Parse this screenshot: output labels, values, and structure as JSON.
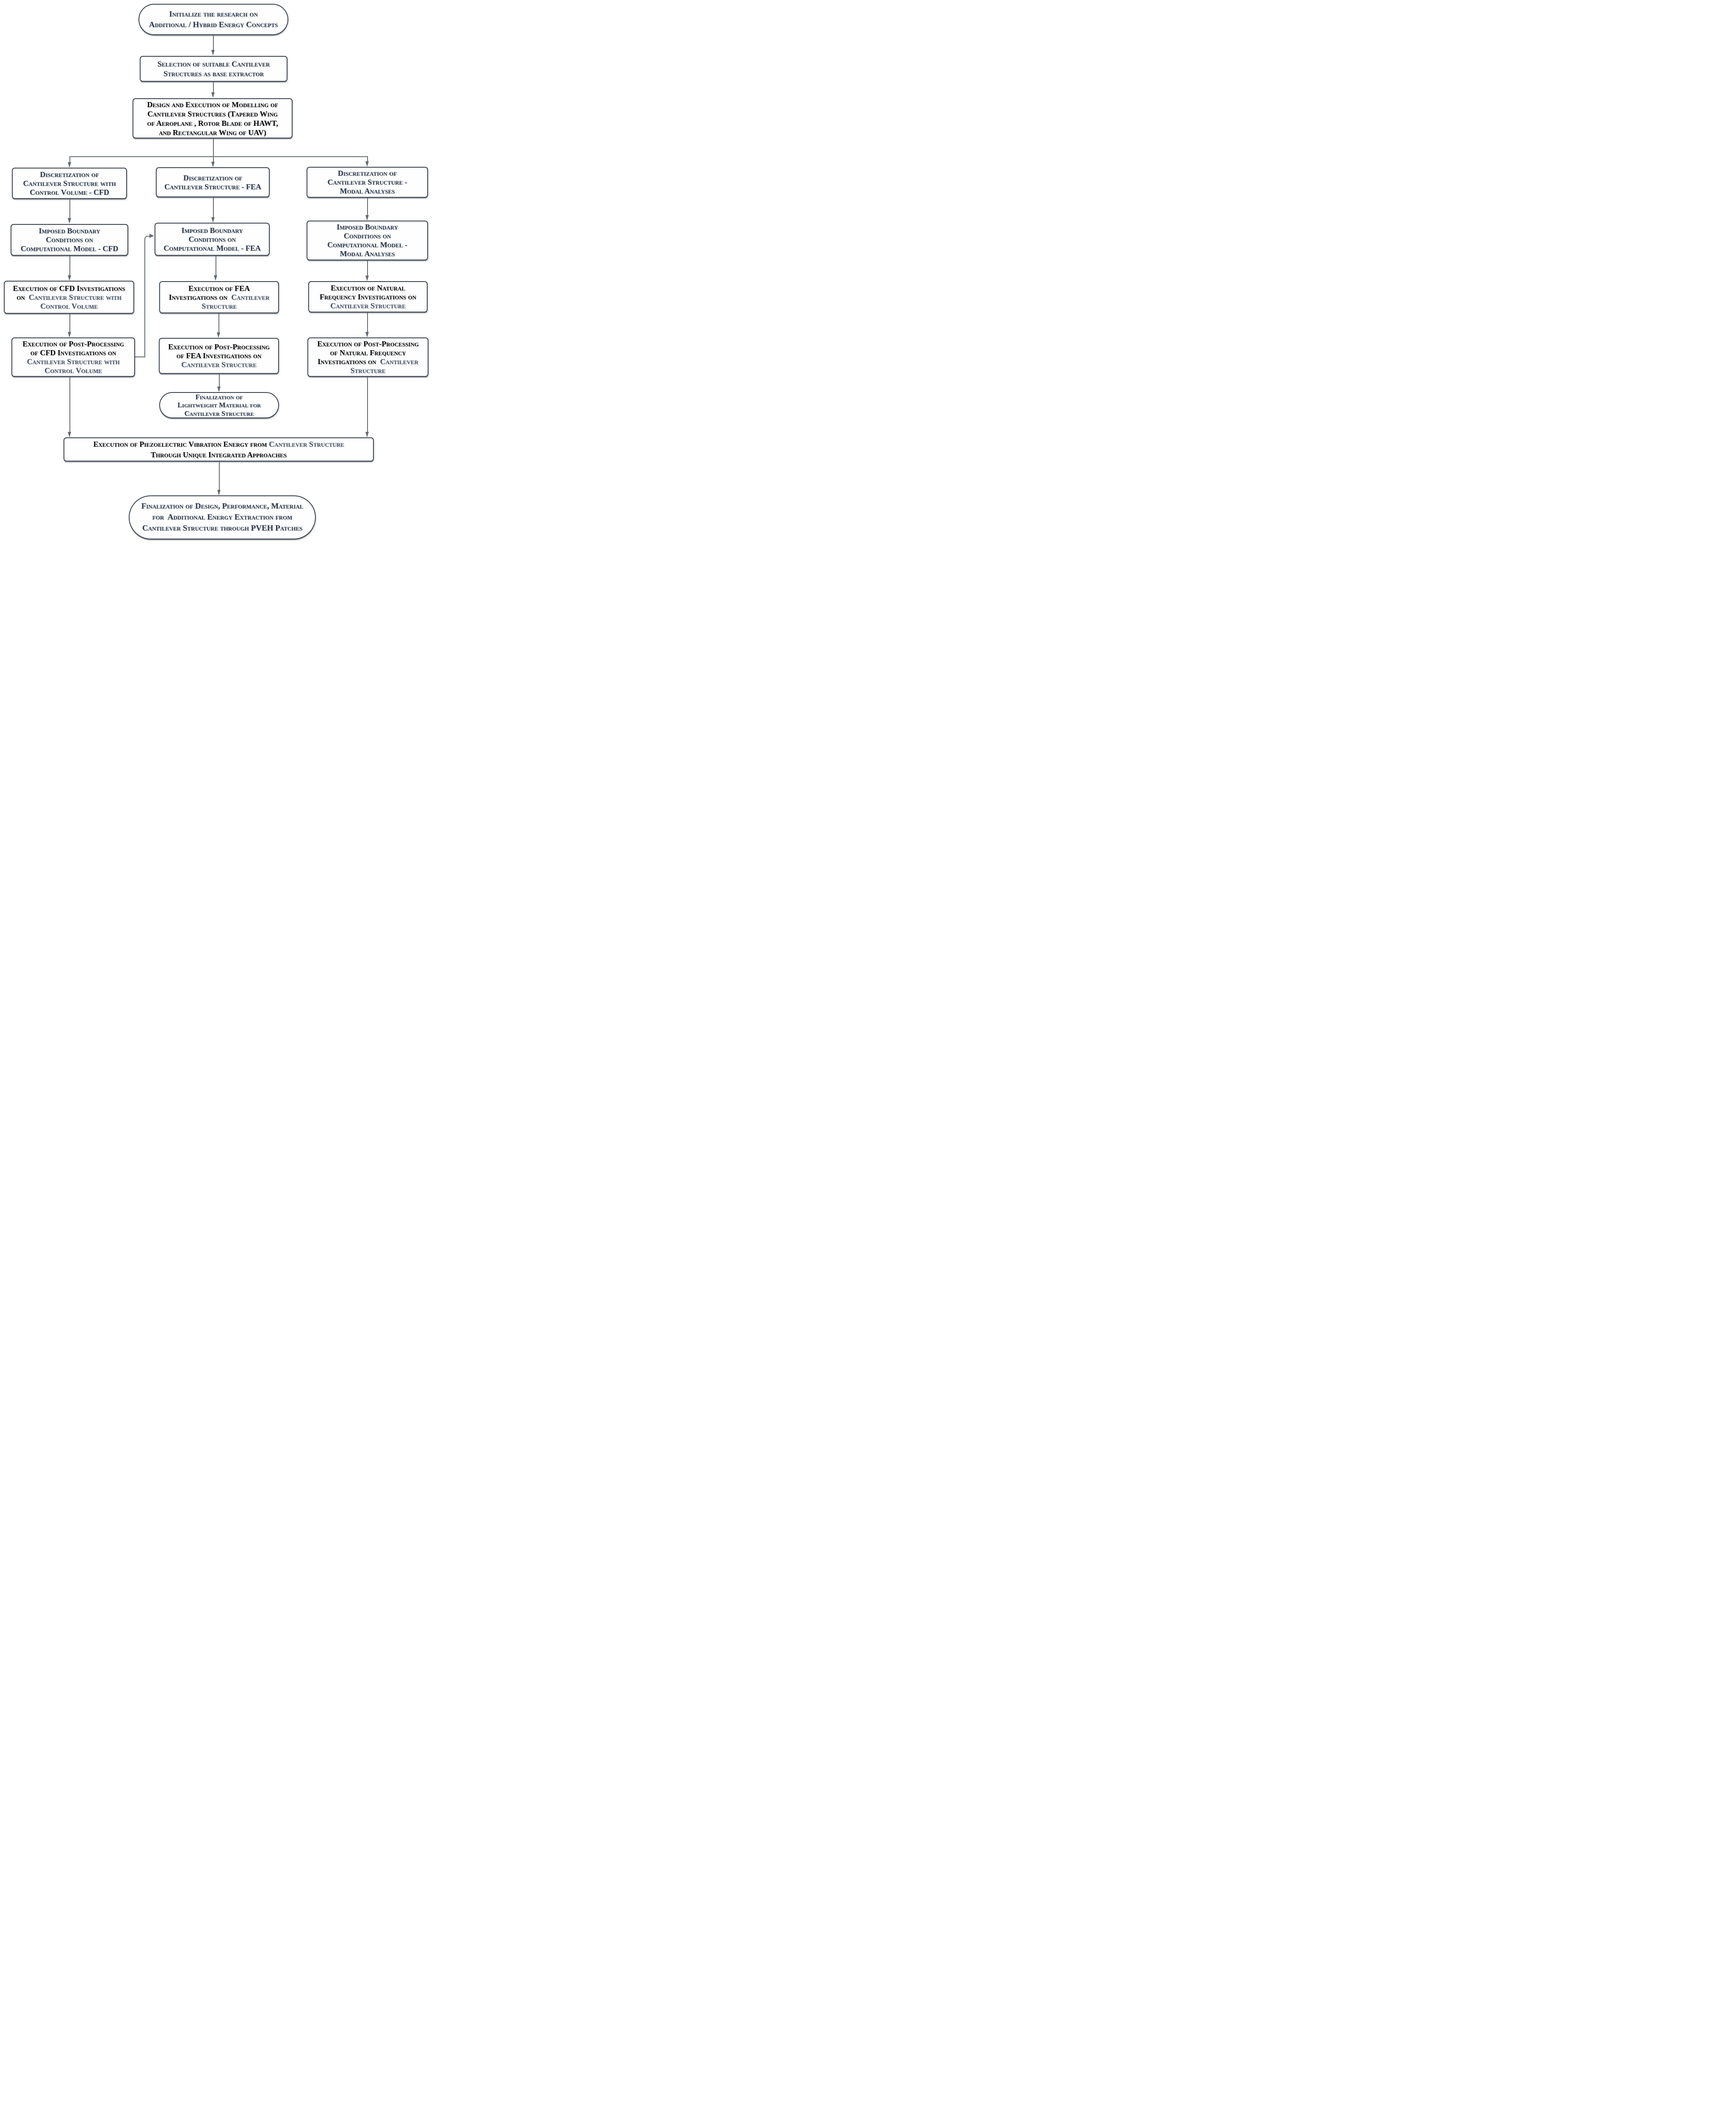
{
  "diagram_title": "Flowchart of research methodology for additional / hybrid energy extraction from cantilever structures",
  "colors": {
    "navy_text": "#2e3a4e",
    "black_text": "#0b0b0c",
    "slate_text": "#475469",
    "connector": "#646b73",
    "node_border": "#3a434f",
    "background": "#ffffff"
  },
  "nodes": {
    "init": {
      "shape": "stadium",
      "lines": [
        [
          {
            "t": "Initialize the research on"
          }
        ],
        [
          {
            "t": "Additional / Hybrid Energy Concepts"
          }
        ]
      ]
    },
    "selection": {
      "shape": "rect",
      "lines": [
        [
          {
            "t": "Selection of suitable Cantilever"
          }
        ],
        [
          {
            "t": "Structures as base extractor"
          }
        ]
      ]
    },
    "design": {
      "shape": "rect",
      "lines": [
        [
          {
            "t": "Design and Execution of Modelling of"
          }
        ],
        [
          {
            "t": "Cantilever Structures (Tapered Wing"
          }
        ],
        [
          {
            "t": "of Aeroplane , Rotor Blade of HAWT,"
          }
        ],
        [
          {
            "t": "and Rectangular Wing of UAV)"
          }
        ]
      ]
    },
    "disc_cfd": {
      "shape": "rect",
      "lines": [
        [
          {
            "t": "Discretization of"
          }
        ],
        [
          {
            "t": "Cantilever Structure with"
          }
        ],
        [
          {
            "t": "Control Volume - CFD"
          }
        ]
      ]
    },
    "disc_fea": {
      "shape": "rect",
      "lines": [
        [
          {
            "t": "Discretization of"
          }
        ],
        [
          {
            "t": "Cantilever Structure - FEA"
          }
        ]
      ]
    },
    "disc_modal": {
      "shape": "rect",
      "lines": [
        [
          {
            "t": "Discretization of"
          }
        ],
        [
          {
            "t": "Cantilever Structure -"
          }
        ],
        [
          {
            "t": "Modal Analyses"
          }
        ]
      ]
    },
    "bc_cfd": {
      "shape": "rect",
      "lines": [
        [
          {
            "t": "Imposed Boundary"
          }
        ],
        [
          {
            "t": "Conditions on"
          }
        ],
        [
          {
            "t": "Computational Model - CFD"
          }
        ]
      ]
    },
    "bc_fea": {
      "shape": "rect",
      "lines": [
        [
          {
            "t": "Imposed Boundary"
          }
        ],
        [
          {
            "t": "Conditions on"
          }
        ],
        [
          {
            "t": "Computational Model - FEA"
          }
        ]
      ]
    },
    "bc_modal": {
      "shape": "rect",
      "lines": [
        [
          {
            "t": "Imposed Boundary"
          }
        ],
        [
          {
            "t": "Conditions on"
          }
        ],
        [
          {
            "t": "Computational Model -"
          }
        ],
        [
          {
            "t": "Modal Analyses"
          }
        ]
      ]
    },
    "exec_cfd": {
      "shape": "rect",
      "lines": [
        [
          {
            "t": "Execution of CFD Investigations"
          }
        ],
        [
          {
            "t": "on  "
          },
          {
            "t": "Cantilever Structure with"
          }
        ],
        [
          {
            "t": "Control Volume"
          }
        ]
      ]
    },
    "exec_fea": {
      "shape": "rect",
      "lines": [
        [
          {
            "t": "Execution of FEA"
          }
        ],
        [
          {
            "t": "Investigations on  "
          },
          {
            "t": "Cantilever"
          }
        ],
        [
          {
            "t": "Structure"
          }
        ]
      ]
    },
    "exec_nat": {
      "shape": "rect",
      "lines": [
        [
          {
            "t": "Execution of Natural"
          }
        ],
        [
          {
            "t": "Frequency Investigations on"
          }
        ],
        [
          {
            "t": "Cantilever Structure"
          }
        ]
      ]
    },
    "pp_cfd": {
      "shape": "rect",
      "lines": [
        [
          {
            "t": "Execution of Post-Processing"
          }
        ],
        [
          {
            "t": "of CFD Investigations on"
          }
        ],
        [
          {
            "t": "Cantilever Structure with"
          }
        ],
        [
          {
            "t": "Control Volume"
          }
        ]
      ]
    },
    "pp_fea": {
      "shape": "rect",
      "lines": [
        [
          {
            "t": "Execution of Post-Processing"
          }
        ],
        [
          {
            "t": "of FEA Investigations on"
          }
        ],
        [
          {
            "t": "Cantilever Structure"
          }
        ]
      ]
    },
    "pp_nat": {
      "shape": "rect",
      "lines": [
        [
          {
            "t": "Execution of Post-Processing"
          }
        ],
        [
          {
            "t": "of Natural Frequency"
          }
        ],
        [
          {
            "t": "Investigations on  "
          },
          {
            "t": "Cantilever"
          }
        ],
        [
          {
            "t": "Structure"
          }
        ]
      ]
    },
    "lightweight": {
      "shape": "stadium",
      "lines": [
        [
          {
            "t": "Finalization of"
          }
        ],
        [
          {
            "t": "Lightweight Material for"
          }
        ],
        [
          {
            "t": "Cantilever Structure"
          }
        ]
      ]
    },
    "piezo": {
      "shape": "rect",
      "lines": [
        [
          {
            "t": "Execution of Piezoelectric Vibration Energy from "
          },
          {
            "t": "Cantilever Structure"
          }
        ],
        [
          {
            "t": "Through Unique Integrated Approaches"
          }
        ]
      ]
    },
    "final": {
      "shape": "stadium",
      "lines": [
        [
          {
            "t": "Finalization of Design, Performance, Material"
          }
        ],
        [
          {
            "t": "for  Additional Energy Extraction from"
          }
        ],
        [
          {
            "t": "Cantilever Structure through PVEH Patches"
          }
        ]
      ]
    }
  }
}
